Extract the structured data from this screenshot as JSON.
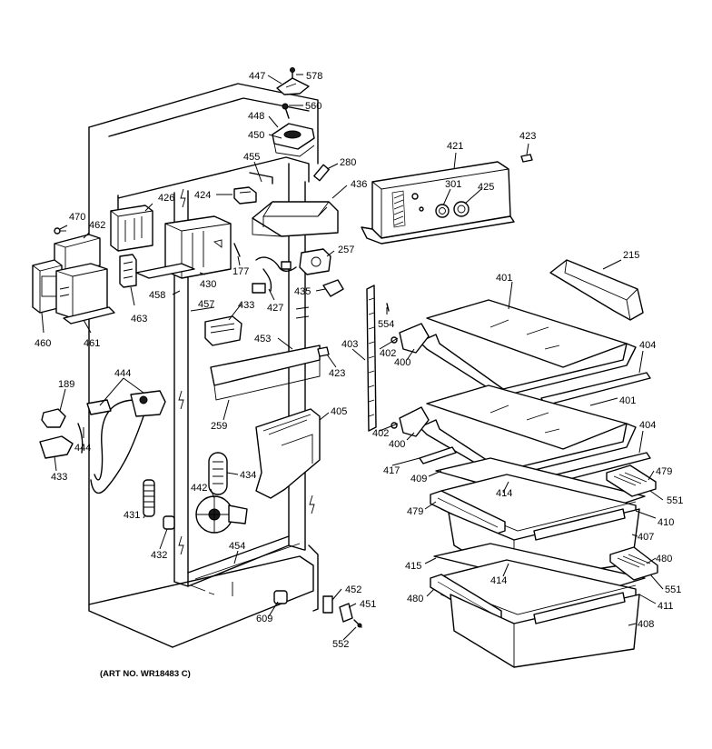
{
  "art_number": "(ART NO. WR18483 C)",
  "callouts": [
    {
      "id": "447",
      "text": "447"
    },
    {
      "id": "578",
      "text": "578"
    },
    {
      "id": "560",
      "text": "560"
    },
    {
      "id": "448",
      "text": "448"
    },
    {
      "id": "450",
      "text": "450"
    },
    {
      "id": "280",
      "text": "280"
    },
    {
      "id": "455",
      "text": "455"
    },
    {
      "id": "436",
      "text": "436"
    },
    {
      "id": "421",
      "text": "421"
    },
    {
      "id": "423a",
      "text": "423"
    },
    {
      "id": "301",
      "text": "301"
    },
    {
      "id": "425",
      "text": "425"
    },
    {
      "id": "470",
      "text": "470"
    },
    {
      "id": "462",
      "text": "462"
    },
    {
      "id": "426",
      "text": "426"
    },
    {
      "id": "424",
      "text": "424"
    },
    {
      "id": "257",
      "text": "257"
    },
    {
      "id": "215",
      "text": "215"
    },
    {
      "id": "177",
      "text": "177"
    },
    {
      "id": "430",
      "text": "430"
    },
    {
      "id": "458",
      "text": "458"
    },
    {
      "id": "457",
      "text": "457"
    },
    {
      "id": "463",
      "text": "463"
    },
    {
      "id": "435",
      "text": "435"
    },
    {
      "id": "401a",
      "text": "401"
    },
    {
      "id": "427",
      "text": "427"
    },
    {
      "id": "433a",
      "text": "433"
    },
    {
      "id": "554",
      "text": "554"
    },
    {
      "id": "460",
      "text": "460"
    },
    {
      "id": "461",
      "text": "461"
    },
    {
      "id": "453",
      "text": "453"
    },
    {
      "id": "403",
      "text": "403"
    },
    {
      "id": "402a",
      "text": "402"
    },
    {
      "id": "400a",
      "text": "400"
    },
    {
      "id": "404a",
      "text": "404"
    },
    {
      "id": "423b",
      "text": "423"
    },
    {
      "id": "189",
      "text": "189"
    },
    {
      "id": "444a",
      "text": "444"
    },
    {
      "id": "259",
      "text": "259"
    },
    {
      "id": "405",
      "text": "405"
    },
    {
      "id": "401b",
      "text": "401"
    },
    {
      "id": "402b",
      "text": "402"
    },
    {
      "id": "444b",
      "text": "444"
    },
    {
      "id": "433b",
      "text": "433"
    },
    {
      "id": "400b",
      "text": "400"
    },
    {
      "id": "404b",
      "text": "404"
    },
    {
      "id": "417",
      "text": "417"
    },
    {
      "id": "434",
      "text": "434"
    },
    {
      "id": "479a",
      "text": "479"
    },
    {
      "id": "409",
      "text": "409"
    },
    {
      "id": "442",
      "text": "442"
    },
    {
      "id": "414a",
      "text": "414"
    },
    {
      "id": "551a",
      "text": "551"
    },
    {
      "id": "479b",
      "text": "479"
    },
    {
      "id": "410",
      "text": "410"
    },
    {
      "id": "431",
      "text": "431"
    },
    {
      "id": "407",
      "text": "407"
    },
    {
      "id": "432",
      "text": "432"
    },
    {
      "id": "454",
      "text": "454"
    },
    {
      "id": "480a",
      "text": "480"
    },
    {
      "id": "415",
      "text": "415"
    },
    {
      "id": "414b",
      "text": "414"
    },
    {
      "id": "551b",
      "text": "551"
    },
    {
      "id": "452",
      "text": "452"
    },
    {
      "id": "480b",
      "text": "480"
    },
    {
      "id": "451",
      "text": "451"
    },
    {
      "id": "411",
      "text": "411"
    },
    {
      "id": "609",
      "text": "609"
    },
    {
      "id": "408",
      "text": "408"
    },
    {
      "id": "552",
      "text": "552"
    }
  ]
}
